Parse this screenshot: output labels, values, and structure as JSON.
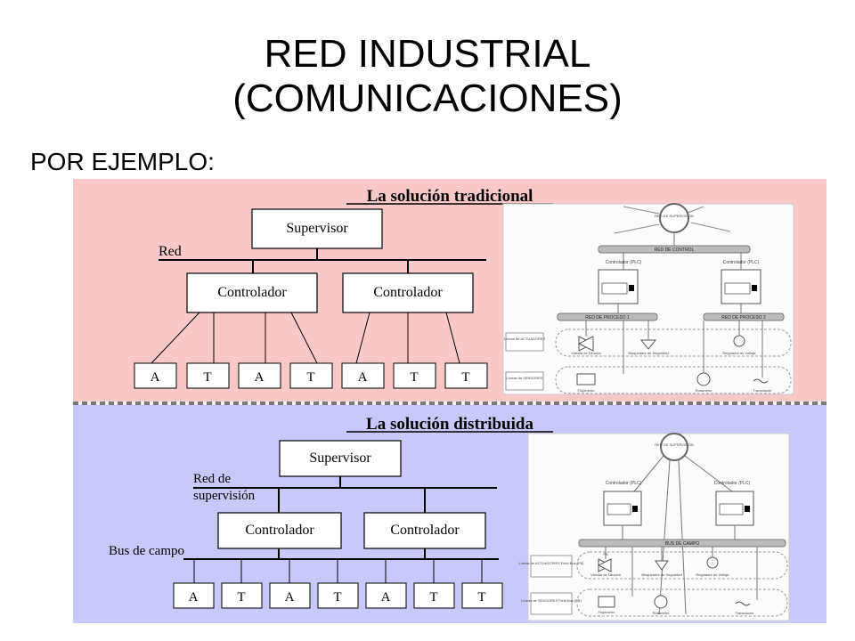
{
  "slide": {
    "title_line1": "RED INDUSTRIAL",
    "title_line2": "(COMUNICACIONES)",
    "subtitle": "POR EJEMPLO:"
  },
  "traditional": {
    "heading": "La solución tradicional",
    "supervisor": "Supervisor",
    "network_label": "Red",
    "controller_1": "Controlador",
    "controller_2": "Controlador",
    "devices": [
      "A",
      "T",
      "A",
      "T",
      "A",
      "T",
      "T"
    ],
    "detail": {
      "top_node": "RED DE SUPERVISIÓN",
      "control_bus": "RED DE CONTROL",
      "plc_1": "Controlador (PLC)",
      "plc_2": "Controlador (PLC)",
      "process_bus_1": "RED DE PROCESO 1",
      "process_bus_2": "RED DE PROCESO 2",
      "actuator_lines": "Líneas de ACTUADORES",
      "sensor_lines": "Líneas de SENSORES",
      "valve": "Válvula de Dilución",
      "lock": "Bloqueador de Seguridad",
      "regulator": "Regulador de Voltaje",
      "flowmeter": "Flujómetro",
      "rotameter": "Rotámetro",
      "transducer": "Transductor"
    }
  },
  "distributed": {
    "heading": "La solución distribuida",
    "supervisor": "Supervisor",
    "network_label_1": "Red  de",
    "network_label_2": "supervisión",
    "controller_1": "Controlador",
    "controller_2": "Controlador",
    "fieldbus_label": "Bus de campo",
    "devices": [
      "A",
      "T",
      "A",
      "T",
      "A",
      "T",
      "T"
    ],
    "detail": {
      "top_node": "RED DE SUPERVISIÓN",
      "plc_1": "Controlador (PLC)",
      "plc_2": "Controlador (PLC)",
      "field_bus": "BUS DE CAMPO",
      "actuator_lines": "Líneas de ACTUADORES Field Bus (FB)",
      "sensor_lines": "Líneas de SENSORES Field Bus (FB)",
      "valve": "Válvula de Dilución",
      "lock": "Bloqueador de Seguridad",
      "regulator": "Regulador de Voltaje",
      "flowmeter": "Flujómetro",
      "rotameter": "Rotámetro",
      "transducer": "Transductor",
      "fb_tag": "FB"
    }
  }
}
